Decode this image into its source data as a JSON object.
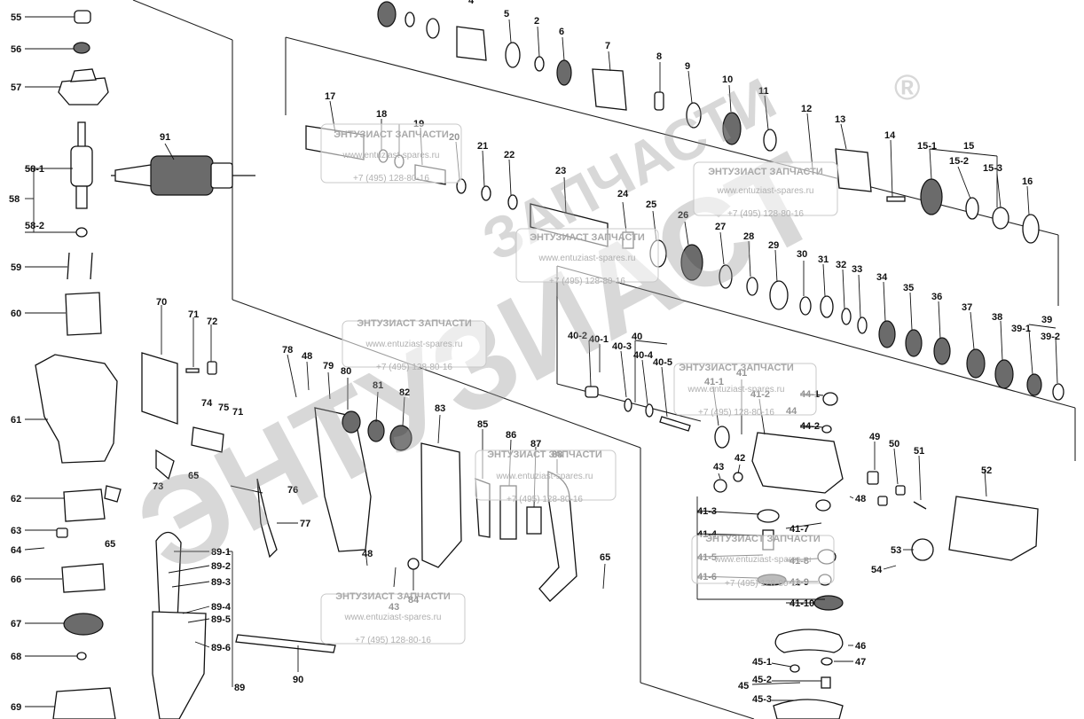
{
  "diagram": {
    "labels": [
      {
        "id": "p55",
        "text": "55"
      },
      {
        "id": "p56",
        "text": "56"
      },
      {
        "id": "p57",
        "text": "57"
      },
      {
        "id": "p58-1",
        "text": "58-1"
      },
      {
        "id": "p58",
        "text": "58"
      },
      {
        "id": "p58-2",
        "text": "58-2"
      },
      {
        "id": "p59",
        "text": "59"
      },
      {
        "id": "p60",
        "text": "60"
      },
      {
        "id": "p61",
        "text": "61"
      },
      {
        "id": "p62",
        "text": "62"
      },
      {
        "id": "p63",
        "text": "63"
      },
      {
        "id": "p64",
        "text": "64"
      },
      {
        "id": "p65a",
        "text": "65"
      },
      {
        "id": "p66",
        "text": "66"
      },
      {
        "id": "p67",
        "text": "67"
      },
      {
        "id": "p68",
        "text": "68"
      },
      {
        "id": "p69",
        "text": "69"
      },
      {
        "id": "p91",
        "text": "91"
      },
      {
        "id": "p70",
        "text": "70"
      },
      {
        "id": "p71a",
        "text": "71"
      },
      {
        "id": "p72",
        "text": "72"
      },
      {
        "id": "p74",
        "text": "74"
      },
      {
        "id": "p75",
        "text": "75"
      },
      {
        "id": "p71b",
        "text": "71"
      },
      {
        "id": "p73",
        "text": "73"
      },
      {
        "id": "p65b",
        "text": "65"
      },
      {
        "id": "p76",
        "text": "76"
      },
      {
        "id": "p77",
        "text": "77"
      },
      {
        "id": "p89-1",
        "text": "89-1"
      },
      {
        "id": "p89-2",
        "text": "89-2"
      },
      {
        "id": "p89-3",
        "text": "89-3"
      },
      {
        "id": "p89-4",
        "text": "89-4"
      },
      {
        "id": "p89-5",
        "text": "89-5"
      },
      {
        "id": "p89-6",
        "text": "89-6"
      },
      {
        "id": "p89",
        "text": "89"
      },
      {
        "id": "p90",
        "text": "90"
      },
      {
        "id": "p78",
        "text": "78"
      },
      {
        "id": "p48a",
        "text": "48"
      },
      {
        "id": "p79",
        "text": "79"
      },
      {
        "id": "p80",
        "text": "80"
      },
      {
        "id": "p81",
        "text": "81"
      },
      {
        "id": "p82",
        "text": "82"
      },
      {
        "id": "p83",
        "text": "83"
      },
      {
        "id": "p48b",
        "text": "48"
      },
      {
        "id": "p43a",
        "text": "43"
      },
      {
        "id": "p84",
        "text": "84"
      },
      {
        "id": "p85",
        "text": "85"
      },
      {
        "id": "p86",
        "text": "86"
      },
      {
        "id": "p87",
        "text": "87"
      },
      {
        "id": "p88",
        "text": "88"
      },
      {
        "id": "p65c",
        "text": "65"
      },
      {
        "id": "p4",
        "text": "4"
      },
      {
        "id": "p5",
        "text": "5"
      },
      {
        "id": "p2",
        "text": "2"
      },
      {
        "id": "p6",
        "text": "6"
      },
      {
        "id": "p7",
        "text": "7"
      },
      {
        "id": "p8",
        "text": "8"
      },
      {
        "id": "p9",
        "text": "9"
      },
      {
        "id": "p10",
        "text": "10"
      },
      {
        "id": "p11",
        "text": "11"
      },
      {
        "id": "p12",
        "text": "12"
      },
      {
        "id": "p13",
        "text": "13"
      },
      {
        "id": "p14",
        "text": "14"
      },
      {
        "id": "p15",
        "text": "15"
      },
      {
        "id": "p15-1",
        "text": "15-1"
      },
      {
        "id": "p15-2",
        "text": "15-2"
      },
      {
        "id": "p15-3",
        "text": "15-3"
      },
      {
        "id": "p16",
        "text": "16"
      },
      {
        "id": "p17",
        "text": "17"
      },
      {
        "id": "p18",
        "text": "18"
      },
      {
        "id": "p19",
        "text": "19"
      },
      {
        "id": "p20",
        "text": "20"
      },
      {
        "id": "p21",
        "text": "21"
      },
      {
        "id": "p22",
        "text": "22"
      },
      {
        "id": "p23",
        "text": "23"
      },
      {
        "id": "p24",
        "text": "24"
      },
      {
        "id": "p25",
        "text": "25"
      },
      {
        "id": "p26",
        "text": "26"
      },
      {
        "id": "p27",
        "text": "27"
      },
      {
        "id": "p28",
        "text": "28"
      },
      {
        "id": "p29",
        "text": "29"
      },
      {
        "id": "p30",
        "text": "30"
      },
      {
        "id": "p31",
        "text": "31"
      },
      {
        "id": "p32",
        "text": "32"
      },
      {
        "id": "p33",
        "text": "33"
      },
      {
        "id": "p34",
        "text": "34"
      },
      {
        "id": "p35",
        "text": "35"
      },
      {
        "id": "p36",
        "text": "36"
      },
      {
        "id": "p37",
        "text": "37"
      },
      {
        "id": "p38",
        "text": "38"
      },
      {
        "id": "p39",
        "text": "39"
      },
      {
        "id": "p39-1",
        "text": "39-1"
      },
      {
        "id": "p39-2",
        "text": "39-2"
      },
      {
        "id": "p40",
        "text": "40"
      },
      {
        "id": "p40-1",
        "text": "40-1"
      },
      {
        "id": "p40-2",
        "text": "40-2"
      },
      {
        "id": "p40-3",
        "text": "40-3"
      },
      {
        "id": "p40-4",
        "text": "40-4"
      },
      {
        "id": "p40-5",
        "text": "40-5"
      },
      {
        "id": "p41",
        "text": "41"
      },
      {
        "id": "p41-1",
        "text": "41-1"
      },
      {
        "id": "p41-2",
        "text": "41-2"
      },
      {
        "id": "p44-1",
        "text": "44-1"
      },
      {
        "id": "p44",
        "text": "44"
      },
      {
        "id": "p44-2",
        "text": "44-2"
      },
      {
        "id": "p49",
        "text": "49"
      },
      {
        "id": "p50",
        "text": "50"
      },
      {
        "id": "p51",
        "text": "51"
      },
      {
        "id": "p52",
        "text": "52"
      },
      {
        "id": "p42",
        "text": "42"
      },
      {
        "id": "p43b",
        "text": "43"
      },
      {
        "id": "p48c",
        "text": "48"
      },
      {
        "id": "p41-3",
        "text": "41-3"
      },
      {
        "id": "p41-4",
        "text": "41-4"
      },
      {
        "id": "p41-5",
        "text": "41-5"
      },
      {
        "id": "p41-6",
        "text": "41-6"
      },
      {
        "id": "p41-7",
        "text": "41-7"
      },
      {
        "id": "p41-8",
        "text": "41-8"
      },
      {
        "id": "p41-9",
        "text": "41-9"
      },
      {
        "id": "p41-10",
        "text": "41-10"
      },
      {
        "id": "p53",
        "text": "53"
      },
      {
        "id": "p54",
        "text": "54"
      },
      {
        "id": "p46",
        "text": "46"
      },
      {
        "id": "p47",
        "text": "47"
      },
      {
        "id": "p45",
        "text": "45"
      },
      {
        "id": "p45-1",
        "text": "45-1"
      },
      {
        "id": "p45-2",
        "text": "45-2"
      },
      {
        "id": "p45-3",
        "text": "45-3"
      }
    ]
  },
  "watermark": {
    "big_text_1": "ЭНТУЗИАСТ",
    "big_text_2": "ЗАПЧАСТИ",
    "registered_mark": "®",
    "company": "ЭНТУЗИАСТ ЗАПЧАСТИ",
    "site": "www.entuziast-spares.ru",
    "phone": "+7 (495) 128-80-16"
  }
}
